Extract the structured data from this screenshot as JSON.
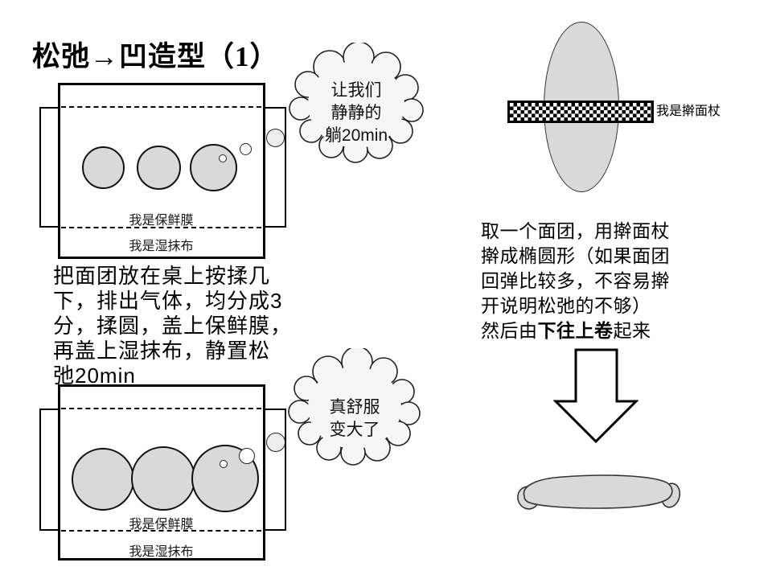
{
  "title": {
    "main": "松弛→凹造型",
    "suffix": "（1）"
  },
  "cloud1": {
    "lines": [
      "让我们",
      "静静的",
      "躺20min"
    ]
  },
  "cloud2": {
    "lines": [
      "真舒服",
      "变大了"
    ]
  },
  "diagram1": {
    "wrap_label": "我是保鲜膜",
    "cloth_label": "我是湿抹布"
  },
  "diagram2": {
    "wrap_label": "我是保鲜膜",
    "cloth_label": "我是湿抹布"
  },
  "left_paragraph": "把面团放在桌上按揉几\n下，排出气体，均分成3\n分，揉圆，盖上保鲜膜，\n再盖上湿抹布，静置松\n弛20min",
  "right_paragraph": {
    "part1": "取一个面团，用擀面杖\n擀成椭圆形（如果面团\n回弹比较多，不容易擀\n开说明松弛的不够）\n然后由",
    "bold": "下往上卷",
    "part2": "起来"
  },
  "rolling_pin_label": "我是擀面杖",
  "colors": {
    "dough_fill": "#d9d9d9",
    "cloud_fill": "#f6f6f6",
    "bubble_fill": "#eeeeee",
    "outline": "#000000"
  }
}
